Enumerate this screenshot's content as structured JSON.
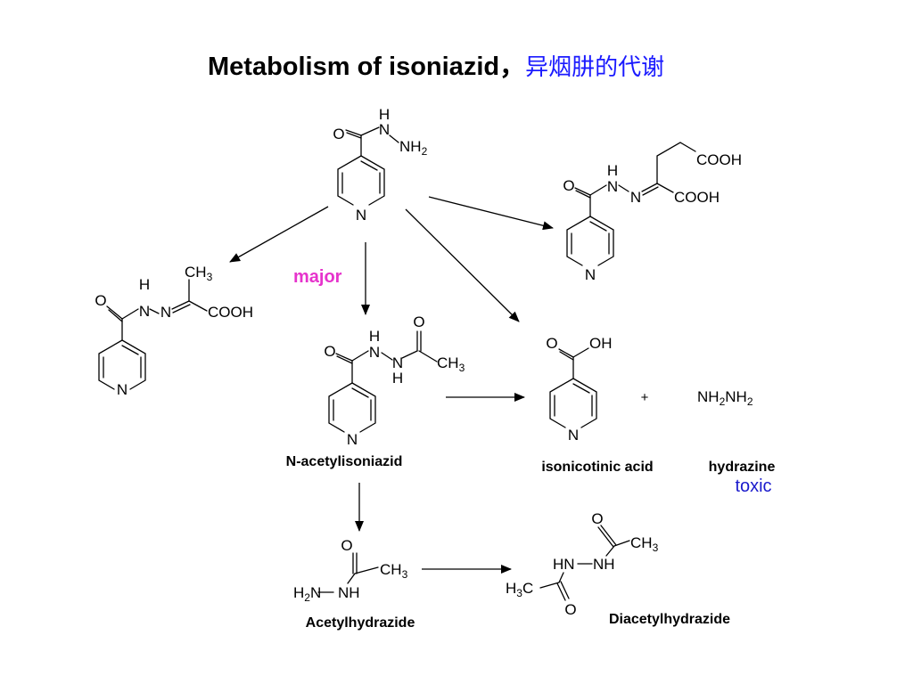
{
  "title": {
    "main": "Metabolism of isoniazid，",
    "cn": "异烟肼的代谢",
    "cn_color": "#1a1aff"
  },
  "annotations": {
    "major": "major",
    "major_color": "#e633cc",
    "toxic": "toxic",
    "toxic_color": "#1a1acc",
    "plus": "+"
  },
  "labels": {
    "n_acetylisoniazid": "N-acetylisoniazid",
    "isonicotinic_acid": "isonicotinic acid",
    "hydrazine": "hydrazine",
    "acetylhydrazide": "Acetylhydrazide",
    "diacetylhydrazide": "Diacetylhydrazide"
  },
  "atoms": {
    "O": "O",
    "N": "N",
    "H": "H",
    "NH": "NH",
    "HN": "HN",
    "OH": "OH",
    "COOH": "COOH",
    "NH_prefix": "NH",
    "CH_prefix": "CH",
    "H_prefix": "H",
    "C_suffix": "C",
    "sub2": "2",
    "sub3": "3"
  }
}
